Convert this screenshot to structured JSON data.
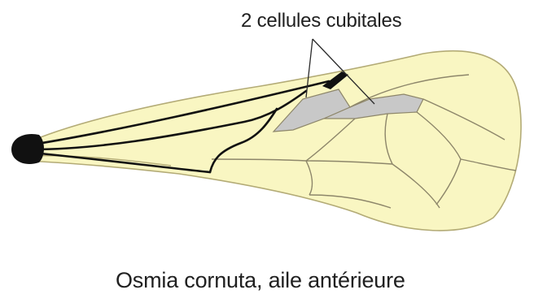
{
  "annotation": {
    "label": "2 cellules cubitales"
  },
  "caption": "Osmia cornuta, aile antérieure",
  "colors": {
    "wing_membrane": "#f9f6c2",
    "wing_outline": "#b3ab76",
    "cubital_cells": "#c8c8c8",
    "veins_dark": "#111111",
    "veins_light": "#8d866a",
    "text": "#202020"
  },
  "icons": {
    "wing": "bee-forewing-illustration"
  }
}
